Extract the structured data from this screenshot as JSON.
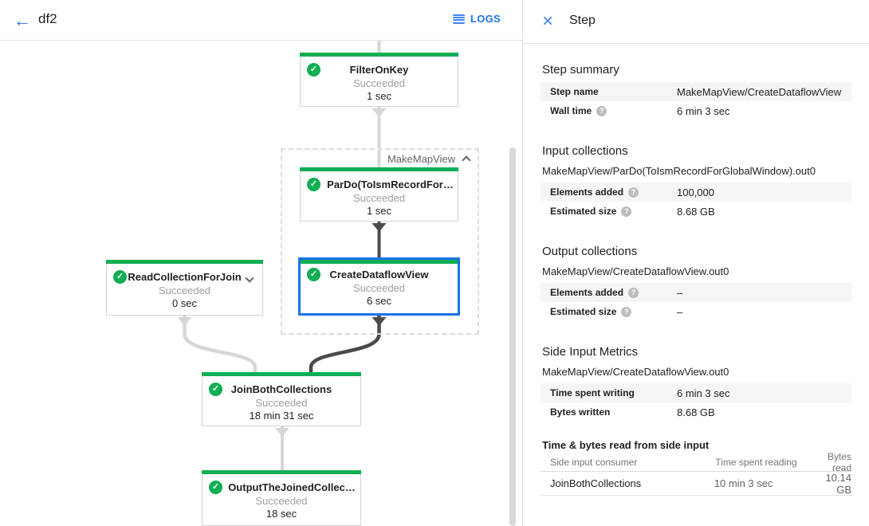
{
  "header": {
    "back_glyph": "←",
    "title": "df2",
    "logs_label": "LOGS"
  },
  "icons": {
    "help": "?",
    "check": "✓",
    "close": "×"
  },
  "colors": {
    "accent_blue": "#1a73e8",
    "success_green": "#0fae53",
    "selected_border": "#1a73e8",
    "dark_edge": "#4a4a4a",
    "light_edge": "#d6d6d6"
  },
  "graph": {
    "group_label": "MakeMapView",
    "nodes": [
      {
        "title": "FilterOnKey",
        "status": "Succeeded",
        "time": "1 sec"
      },
      {
        "title": "ParDo(ToIsmRecordFor…",
        "status": "Succeeded",
        "time": "1 sec"
      },
      {
        "title": "CreateDataflowView",
        "status": "Succeeded",
        "time": "6 sec",
        "selected": true
      },
      {
        "title": "ReadCollectionForJoin",
        "status": "Succeeded",
        "time": "0 sec"
      },
      {
        "title": "JoinBothCollections",
        "status": "Succeeded",
        "time": "18 min 31 sec"
      },
      {
        "title": "OutputTheJoinedCollec…",
        "status": "Succeeded",
        "time": "18 sec"
      }
    ]
  },
  "panel": {
    "title": "Step",
    "sections": [
      {
        "heading": "Step summary",
        "rows": [
          {
            "label": "Step name",
            "value": "MakeMapView/CreateDataflowView"
          },
          {
            "label": "Wall time",
            "value": "6 min 3 sec"
          }
        ]
      },
      {
        "heading": "Input collections",
        "collection": "MakeMapView/ParDo(ToIsmRecordForGlobalWindow).out0",
        "rows": [
          {
            "label": "Elements added",
            "value": "100,000"
          },
          {
            "label": "Estimated size",
            "value": "8.68 GB"
          }
        ]
      },
      {
        "heading": "Output collections",
        "collection": "MakeMapView/CreateDataflowView.out0",
        "rows": [
          {
            "label": "Elements added",
            "value": "–"
          },
          {
            "label": "Estimated size",
            "value": "–"
          }
        ]
      },
      {
        "heading": "Side Input Metrics",
        "collection": "MakeMapView/CreateDataflowView.out0",
        "rows": [
          {
            "label": "Time spent writing",
            "value": "6 min 3 sec"
          },
          {
            "label": "Bytes written",
            "value": "8.68 GB"
          }
        ]
      }
    ],
    "side_input_table": {
      "heading": "Time & bytes read from side input",
      "columns": [
        "Side input consumer",
        "Time spent reading",
        "Bytes read"
      ],
      "rows": [
        {
          "consumer": "JoinBothCollections",
          "time_reading": "10 min 3 sec",
          "bytes_read": "10.14 GB"
        }
      ]
    }
  }
}
